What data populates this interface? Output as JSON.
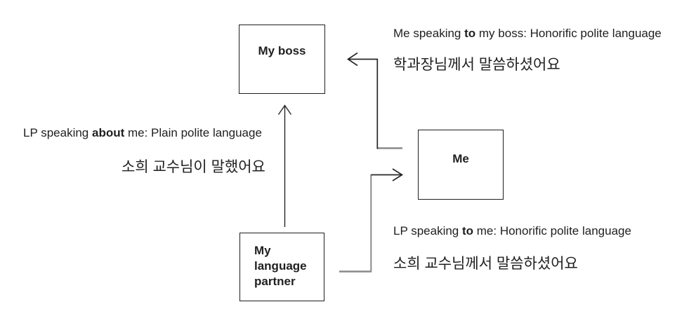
{
  "colors": {
    "background": "#ffffff",
    "text": "#1f1f1f",
    "box_border": "#1f1f1f",
    "arrow_dark": "#262626",
    "arrow_gray": "#8a8a8a"
  },
  "boxes": {
    "boss": {
      "label": "My boss"
    },
    "me": {
      "label": "Me"
    },
    "partner": {
      "label": "My\nlanguage\npartner"
    }
  },
  "annotations": {
    "me_to_boss": {
      "prefix": "Me speaking ",
      "bold": "to",
      "suffix": " my boss: Honorific polite language",
      "korean": "학과장님께서 말씀하셨어요"
    },
    "lp_about_me": {
      "prefix": "LP speaking ",
      "bold": "about",
      "suffix": " me: Plain polite language",
      "korean": "소희 교수님이 말했어요"
    },
    "lp_to_me": {
      "prefix": "LP speaking ",
      "bold": "to",
      "suffix": " me: Honorific polite language",
      "korean": "소희 교수님께서 말씀하셨어요"
    }
  }
}
